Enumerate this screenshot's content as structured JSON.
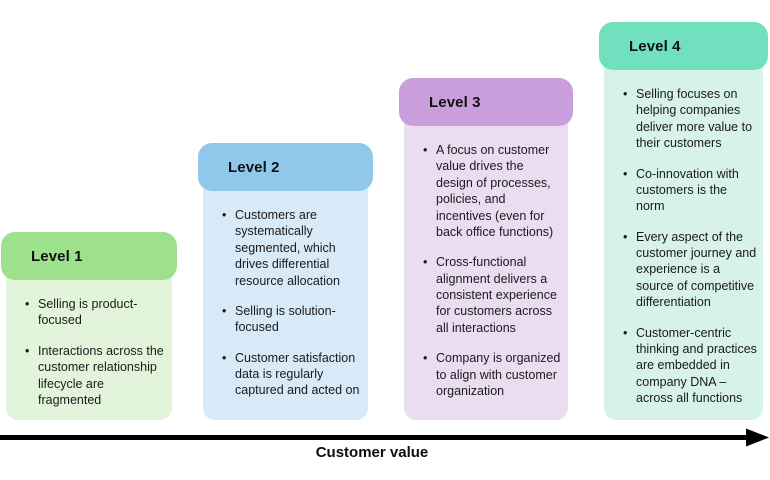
{
  "diagram": {
    "axis_label": "Customer value",
    "axis_color": "#000000",
    "levels": [
      {
        "label": "Level 1",
        "header_color": "#9DE18C",
        "body_color": "#E2F5DB",
        "bullets": [
          "Selling is product-focused",
          "Interactions across the customer relationship lifecycle are fragmented"
        ]
      },
      {
        "label": "Level 2",
        "header_color": "#90C8EB",
        "body_color": "#D8EAF7",
        "bullets": [
          "Customers are systematically segmented, which drives differential resource allocation",
          "Selling is solution-focused",
          "Customer satisfaction data is regularly captured and acted on"
        ]
      },
      {
        "label": "Level 3",
        "header_color": "#C99EDC",
        "body_color": "#EADDF2",
        "bullets": [
          "A focus on customer value drives the design of processes, policies, and incentives (even for back office functions)",
          "Cross-functional alignment delivers a consistent experience for customers across all interactions",
          "Company is organized to align with customer organization"
        ]
      },
      {
        "label": "Level 4",
        "header_color": "#71E0BF",
        "body_color": "#D6F2E9",
        "bullets": [
          "Selling focuses on helping companies deliver more value to their customers",
          "Co-innovation with customers is the norm",
          "Every aspect of the customer journey and experience is a source of competitive differentiation",
          "Customer-centric thinking and practices are embedded in company DNA – across all functions"
        ]
      }
    ]
  }
}
